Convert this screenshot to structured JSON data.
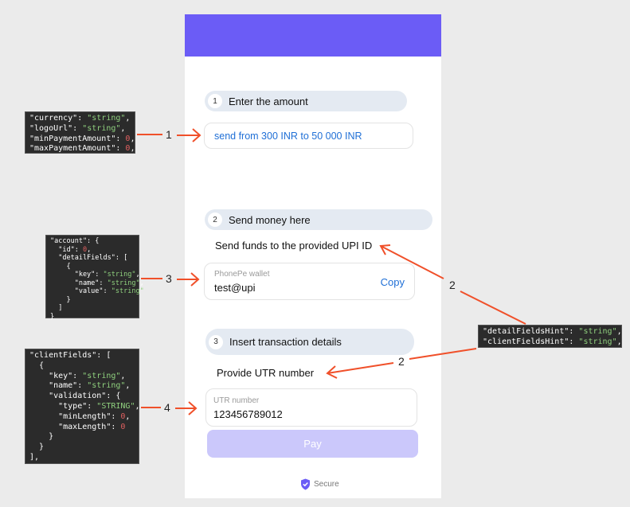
{
  "form": {
    "step1": {
      "num": "1",
      "title": "Enter the amount",
      "amount_hint": "send from 300 INR to 50 000 INR"
    },
    "step2": {
      "num": "2",
      "title": "Send money here",
      "instruction": "Send funds to the provided UPI ID",
      "wallet_label": "PhonePe wallet",
      "wallet_value": "test@upi",
      "copy_label": "Copy"
    },
    "step3": {
      "num": "3",
      "title": "Insert transaction details",
      "instruction": "Provide UTR number",
      "utr_label": "UTR number",
      "utr_value": "123456789012"
    },
    "pay_label": "Pay",
    "secure_label": "Secure"
  },
  "annotations": {
    "labels": [
      "1",
      "3",
      "4",
      "2",
      "2"
    ],
    "code_blocks": [
      [
        [
          [
            "\"currency\": ",
            "k"
          ],
          [
            "\"string\"",
            "s"
          ],
          [
            ",",
            "k"
          ]
        ],
        [
          [
            "\"logoUrl\": ",
            "k"
          ],
          [
            "\"string\"",
            "s"
          ],
          [
            ",",
            "k"
          ]
        ],
        [
          [
            "\"minPaymentAmount\": ",
            "k"
          ],
          [
            "0",
            "n"
          ],
          [
            ",",
            "k"
          ]
        ],
        [
          [
            "\"maxPaymentAmount\": ",
            "k"
          ],
          [
            "0",
            "n"
          ],
          [
            ",",
            "k"
          ]
        ]
      ],
      [
        [
          [
            "\"account\": {",
            "k"
          ]
        ],
        [
          [
            "  \"id\": ",
            "k"
          ],
          [
            "0",
            "n"
          ],
          [
            ",",
            "k"
          ]
        ],
        [
          [
            "  \"detailFields\": [",
            "k"
          ]
        ],
        [
          [
            "    {",
            "k"
          ]
        ],
        [
          [
            "      \"key\": ",
            "k"
          ],
          [
            "\"string\"",
            "s"
          ],
          [
            ",",
            "k"
          ]
        ],
        [
          [
            "      \"name\": ",
            "k"
          ],
          [
            "\"string\"",
            "s"
          ],
          [
            ",",
            "k"
          ]
        ],
        [
          [
            "      \"value\": ",
            "k"
          ],
          [
            "\"string\"",
            "s"
          ]
        ],
        [
          [
            "    }",
            "k"
          ]
        ],
        [
          [
            "  ]",
            "k"
          ]
        ],
        [
          [
            "}",
            "k"
          ]
        ]
      ],
      [
        [
          [
            "\"clientFields\": [",
            "k"
          ]
        ],
        [
          [
            "  {",
            "k"
          ]
        ],
        [
          [
            "    \"key\": ",
            "k"
          ],
          [
            "\"string\"",
            "s"
          ],
          [
            ",",
            "k"
          ]
        ],
        [
          [
            "    \"name\": ",
            "k"
          ],
          [
            "\"string\"",
            "s"
          ],
          [
            ",",
            "k"
          ]
        ],
        [
          [
            "    \"validation\": {",
            "k"
          ]
        ],
        [
          [
            "      \"type\": ",
            "k"
          ],
          [
            "\"STRING\"",
            "s"
          ],
          [
            ",",
            "k"
          ]
        ],
        [
          [
            "      \"minLength\": ",
            "k"
          ],
          [
            "0",
            "n"
          ],
          [
            ",",
            "k"
          ]
        ],
        [
          [
            "      \"maxLength\": ",
            "k"
          ],
          [
            "0",
            "n"
          ]
        ],
        [
          [
            "    }",
            "k"
          ]
        ],
        [
          [
            "  }",
            "k"
          ]
        ],
        [
          [
            "],",
            "k"
          ]
        ]
      ],
      [
        [
          [
            "\"detailFieldsHint\": ",
            "k"
          ],
          [
            "\"string\"",
            "s"
          ],
          [
            ",",
            "k"
          ]
        ],
        [
          [
            "\"clientFieldsHint\": ",
            "k"
          ],
          [
            "\"string\"",
            "s"
          ],
          [
            ",",
            "k"
          ]
        ]
      ]
    ]
  },
  "colors": {
    "header": "#6b5cf6",
    "link": "#1f6fd6",
    "pay_disabled": "#cbc8fb",
    "arrow": "#f0502a"
  }
}
